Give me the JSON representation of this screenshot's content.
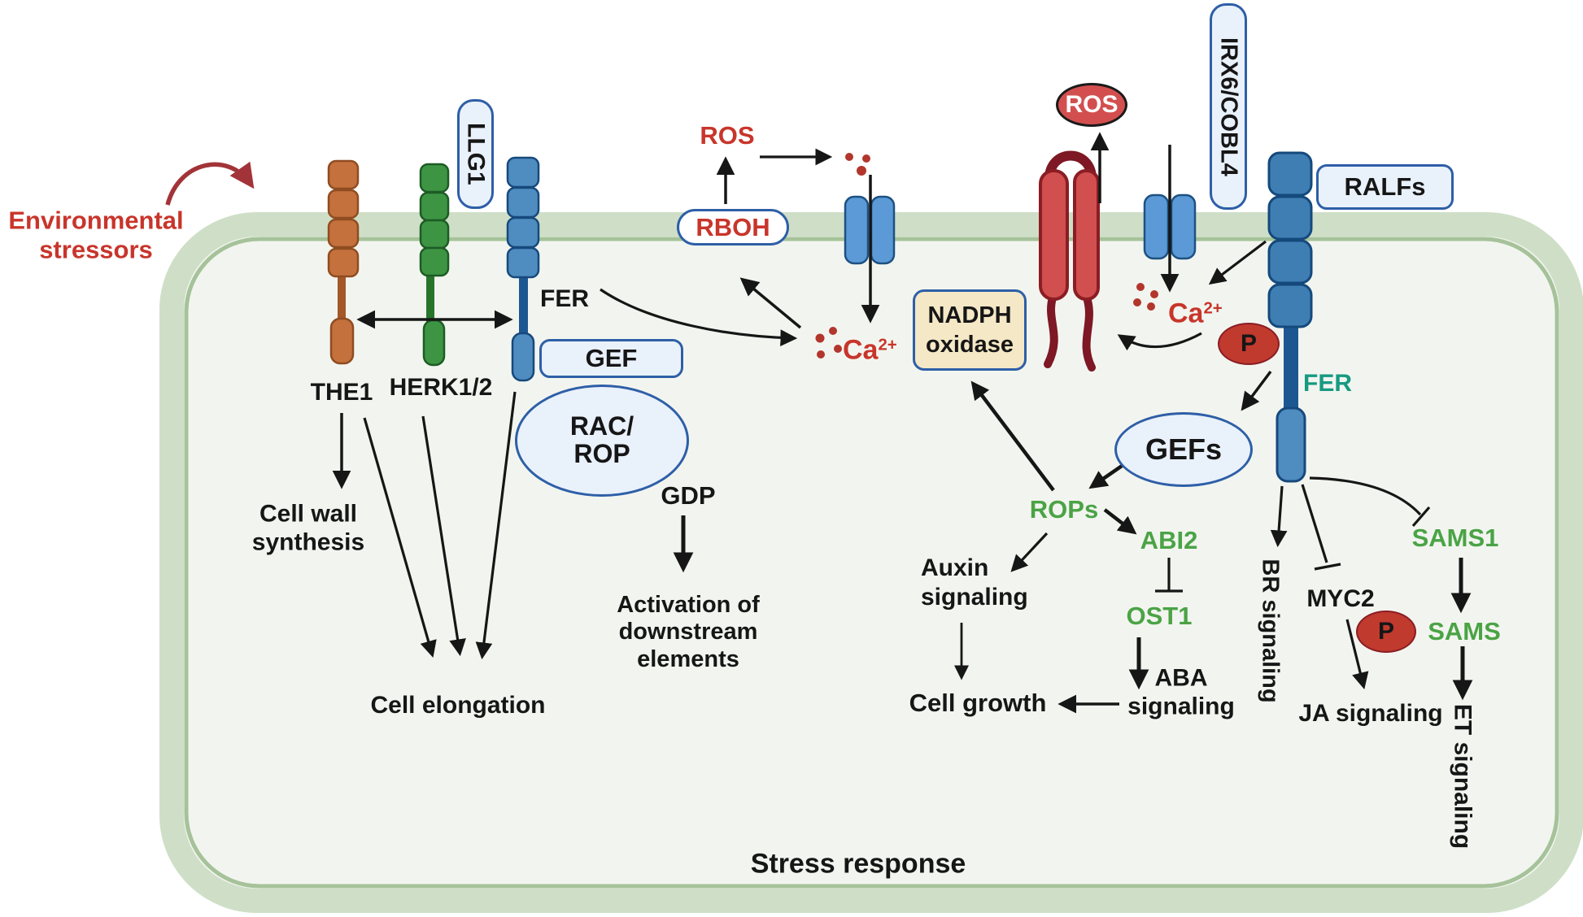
{
  "colors": {
    "red_text": "#c8352b",
    "dark_red_arrow": "#a23439",
    "green_text": "#4ba346",
    "teal_text": "#169a82",
    "box_border": "#2e5fa7",
    "box_fill": "#e9f1fb",
    "nadph_box_fill": "#f5e8c6",
    "membrane_light": "#cfdfc7",
    "membrane_dark": "#a6c29a",
    "cell_fill": "#f2f5ef",
    "protein_red": "#d14f4f",
    "protein_red_dark": "#8b1d24",
    "receptor_orange": "#c4713e",
    "receptor_green": "#3d9544",
    "receptor_blue": "#4f8cc0",
    "channel_blue": "#5b9ad6"
  },
  "annotations": {
    "env_line1": "Environmental",
    "env_line2": "stressors",
    "stress_response": "Stress response"
  },
  "receptors": {
    "the1": "THE1",
    "herk": "HERK1/2",
    "fer_left": "FER",
    "fer_right": "FER"
  },
  "boxes": {
    "llg1": "LLG1",
    "gef": "GEF",
    "rboh": "RBOH",
    "nadph_line1": "NADPH",
    "nadph_line2": "oxidase",
    "irx6_cobl4": "IRX6/COBL4",
    "ralfs": "RALFs"
  },
  "ellipses": {
    "rac_rop_line1": "RAC/",
    "rac_rop_line2": "ROP",
    "gefs": "GEFs"
  },
  "ovals": {
    "ros": "ROS",
    "p1": "P",
    "p2": "P"
  },
  "molecules": {
    "ros": "ROS",
    "ca_base": "Ca",
    "ca_sup": "2+",
    "gdp": "GDP"
  },
  "nodes": {
    "rops": "ROPs",
    "abi2": "ABI2",
    "ost1": "OST1",
    "sams1": "SAMS1",
    "sams": "SAMS",
    "myc2": "MYC2"
  },
  "pathways": {
    "cell_wall_line1": "Cell wall",
    "cell_wall_line2": "synthesis",
    "cell_elongation": "Cell elongation",
    "activation_line1": "Activation of",
    "activation_line2": "downstream",
    "activation_line3": "elements",
    "auxin_line1": "Auxin",
    "auxin_line2": "signaling",
    "cell_growth": "Cell growth",
    "aba_line1": "ABA",
    "aba_line2": "signaling",
    "br_signaling": "BR signaling",
    "ja_signaling": "JA signaling",
    "et_signaling": "ET signaling"
  }
}
